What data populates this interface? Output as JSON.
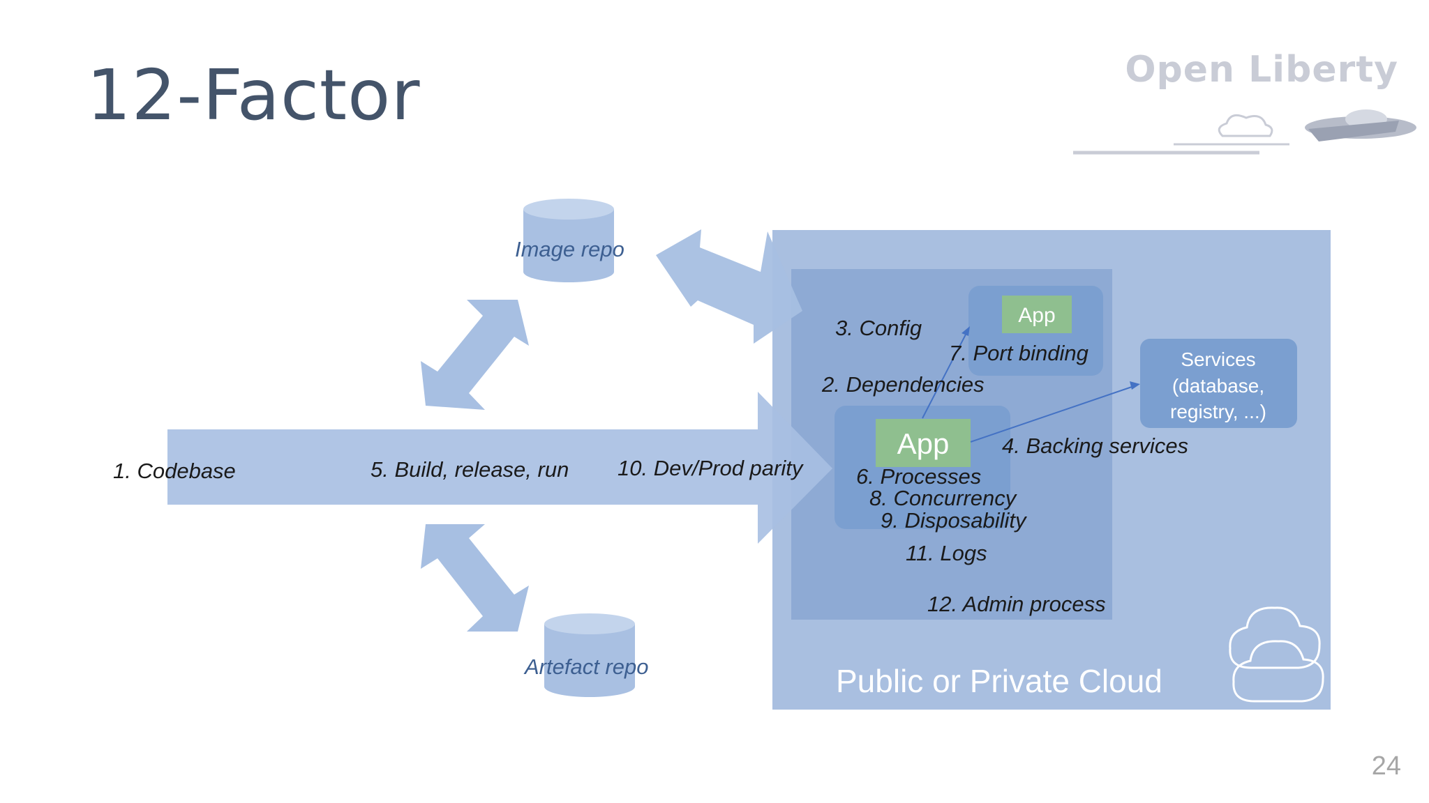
{
  "slide": {
    "title": "12-Factor",
    "logo_text": "Open Liberty",
    "page_number": "24"
  },
  "diagram": {
    "image_repo": "Image repo",
    "artefact_repo": "Artefact repo",
    "cloud_label": "Public or Private Cloud",
    "app_small": "App",
    "app_main": "App",
    "services": [
      "Services",
      "(database,",
      "registry, ...)"
    ],
    "factors": {
      "codebase": "1. Codebase",
      "dependencies": "2. Dependencies",
      "config": "3. Config",
      "backing_services": "4. Backing services",
      "build_release_run": "5. Build, release, run",
      "processes": "6. Processes",
      "port_binding": "7. Port binding",
      "concurrency": "8. Concurrency",
      "disposability": "9. Disposability",
      "dev_prod_parity": "10. Dev/Prod parity",
      "logs": "11. Logs",
      "admin_process": "12. Admin process"
    }
  },
  "colors": {
    "title": "#44546a",
    "cloud_outer": "#a9bfe0",
    "cloud_inner": "#8eaad4",
    "app_box": "#7b9fd0",
    "app_green": "#8fbf8f",
    "arrow_fill": "#a7bfe2",
    "connector": "#4472c4"
  }
}
